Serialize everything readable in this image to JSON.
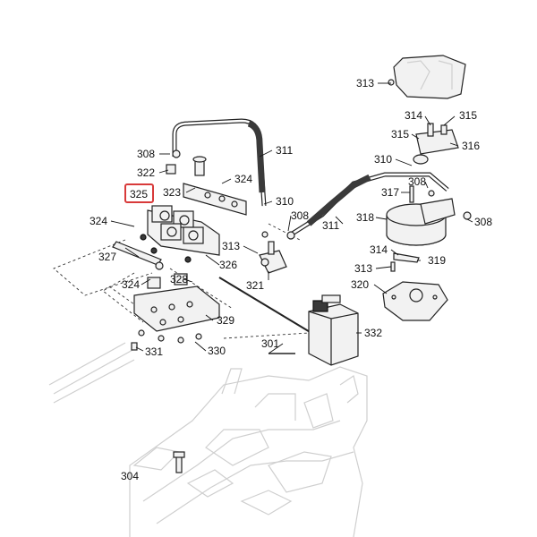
{
  "callouts": {
    "c313a": "313",
    "c314a": "314",
    "c315a": "315",
    "c315b": "315",
    "c316": "316",
    "c308a": "308",
    "c311a": "311",
    "c322": "322",
    "c324a": "324",
    "c323": "323",
    "c325": "325",
    "c310a": "310",
    "c308b": "308",
    "c310b": "310",
    "c317": "317",
    "c308c": "308",
    "c318": "318",
    "c308d": "308",
    "c311b": "311",
    "c324b": "324",
    "c313b": "313",
    "c327": "327",
    "c326": "326",
    "c321": "321",
    "c314b": "314",
    "c319": "319",
    "c313c": "313",
    "c320": "320",
    "c324c": "324",
    "c328": "328",
    "c329": "329",
    "c301": "301",
    "c332": "332",
    "c331": "331",
    "c330": "330",
    "c304": "304"
  },
  "highlighted_callout": "325",
  "colors": {
    "highlight": "#d83a3a",
    "line": "#222222",
    "hose": "#3a3a3a"
  }
}
